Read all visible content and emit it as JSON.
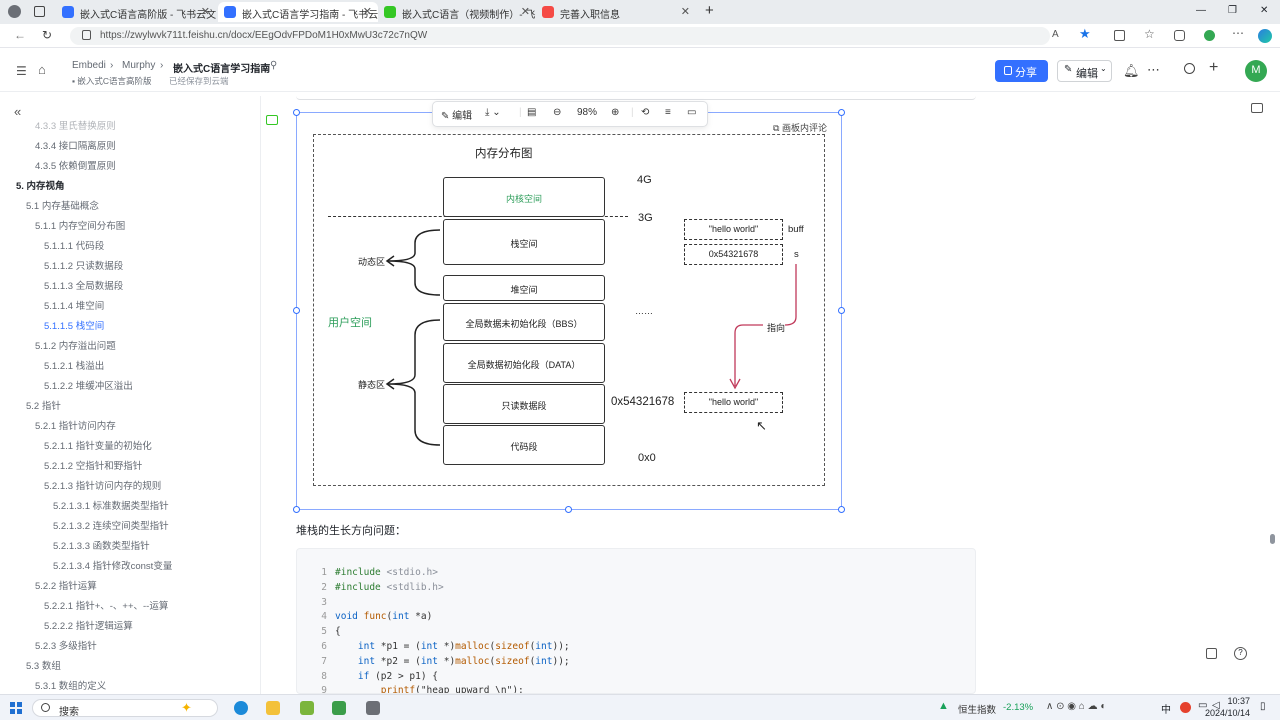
{
  "browser": {
    "tabs": [
      {
        "label": "嵌入式C语言高阶版 - 飞书云文档",
        "active": false,
        "color": "#3370ff"
      },
      {
        "label": "嵌入式C语言学习指南 - 飞书云文",
        "active": true,
        "color": "#3370ff"
      },
      {
        "label": "嵌入式C语言（视频制作）- 飞书",
        "active": false,
        "color": "#34c724"
      },
      {
        "label": "完善入职信息",
        "active": false,
        "color": "#f54a45"
      }
    ],
    "new_tab": "+",
    "url": "https://zwylwvk711t.feishu.cn/docx/EEgOdvFPDoM1H0xMwU3c72c7nQW",
    "window_controls": [
      "—",
      "❐",
      "✕"
    ]
  },
  "doc_header": {
    "breadcrumbs": [
      "Embedi",
      "Murphy",
      "嵌入式C语言学习指南"
    ],
    "sub_crumb": "嵌入式C语言高阶版",
    "save_status": "已经保存到云端",
    "share_label": "分享",
    "edit_label": "编辑",
    "avatar_letter": "M"
  },
  "sidebar": {
    "items": [
      {
        "label": "4.3.3 里氏替换原则",
        "level": 3
      },
      {
        "label": "4.3.4 接口隔离原则",
        "level": 3
      },
      {
        "label": "4.3.5 依赖倒置原则",
        "level": 3
      },
      {
        "label": "5. 内存视角",
        "level": 1,
        "bold": true
      },
      {
        "label": "5.1 内存基础概念",
        "level": 2
      },
      {
        "label": "5.1.1 内存空间分布图",
        "level": 3
      },
      {
        "label": "5.1.1.1 代码段",
        "level": 4
      },
      {
        "label": "5.1.1.2 只读数据段",
        "level": 4
      },
      {
        "label": "5.1.1.3 全局数据段",
        "level": 4
      },
      {
        "label": "5.1.1.4 堆空间",
        "level": 4
      },
      {
        "label": "5.1.1.5 栈空间",
        "level": 4,
        "selected": true
      },
      {
        "label": "5.1.2 内存溢出问题",
        "level": 3
      },
      {
        "label": "5.1.2.1 栈溢出",
        "level": 4
      },
      {
        "label": "5.1.2.2 堆缓冲区溢出",
        "level": 4
      },
      {
        "label": "5.2 指针",
        "level": 2
      },
      {
        "label": "5.2.1 指针访问内存",
        "level": 3
      },
      {
        "label": "5.2.1.1 指针变量的初始化",
        "level": 4
      },
      {
        "label": "5.2.1.2 空指针和野指针",
        "level": 4
      },
      {
        "label": "5.2.1.3 指针访问内存的规则",
        "level": 4
      },
      {
        "label": "5.2.1.3.1 标准数据类型指针",
        "level": 5
      },
      {
        "label": "5.2.1.3.2 连续空间类型指针",
        "level": 5
      },
      {
        "label": "5.2.1.3.3 函数类型指针",
        "level": 5
      },
      {
        "label": "5.2.1.3.4 指针修改const变量",
        "level": 5
      },
      {
        "label": "5.2.2 指针运算",
        "level": 3
      },
      {
        "label": "5.2.2.1 指针+、-、++、--运算",
        "level": 4
      },
      {
        "label": "5.2.2.2 指针逻辑运算",
        "level": 4
      },
      {
        "label": "5.2.3 多级指针",
        "level": 3
      },
      {
        "label": "5.3 数组",
        "level": 2
      },
      {
        "label": "5.3.1 数组的定义",
        "level": 3
      }
    ]
  },
  "toolbar": {
    "edit_label": "编辑",
    "zoom": "98%",
    "comment_label": "画板内评论"
  },
  "diagram": {
    "title": "内存分布图",
    "blocks": [
      "内核空间",
      "栈空间",
      "堆空间",
      "全局数据未初始化段（BBS）",
      "全局数据初始化段（DATA）",
      "只读数据段",
      "代码段"
    ],
    "label_4g": "4G",
    "label_3g": "3G",
    "label_0x0": "0x0",
    "label_addr": "0x54321678",
    "dynamic_area": "动态区",
    "static_area": "静态区",
    "user_space": "用户空间",
    "dots": "……",
    "buff_box": "\"hello world\"",
    "buff_label": "buff",
    "s_box": "0x54321678",
    "s_label": "s",
    "pointer_label": "指向",
    "rodata_box": "\"hello world\"",
    "kernel_color": "#2e9e5b",
    "user_color": "#2e9e5b"
  },
  "section_text": "堆栈的生长方向问题：",
  "code": {
    "lines": [
      "#include <stdio.h>",
      "#include <stdlib.h>",
      "",
      "void func(int *a)",
      "{",
      "    int *p1 = (int *)malloc(sizeof(int));",
      "    int *p2 = (int *)malloc(sizeof(int));",
      "    if (p2 > p1) {",
      "        printf(\"heap upward \\n\");"
    ]
  },
  "taskbar": {
    "search_label": "搜索",
    "stock_label": "恒生指数",
    "stock_change": "-2.13%",
    "ime": "中",
    "time": "10:37",
    "date": "2024/10/14"
  }
}
